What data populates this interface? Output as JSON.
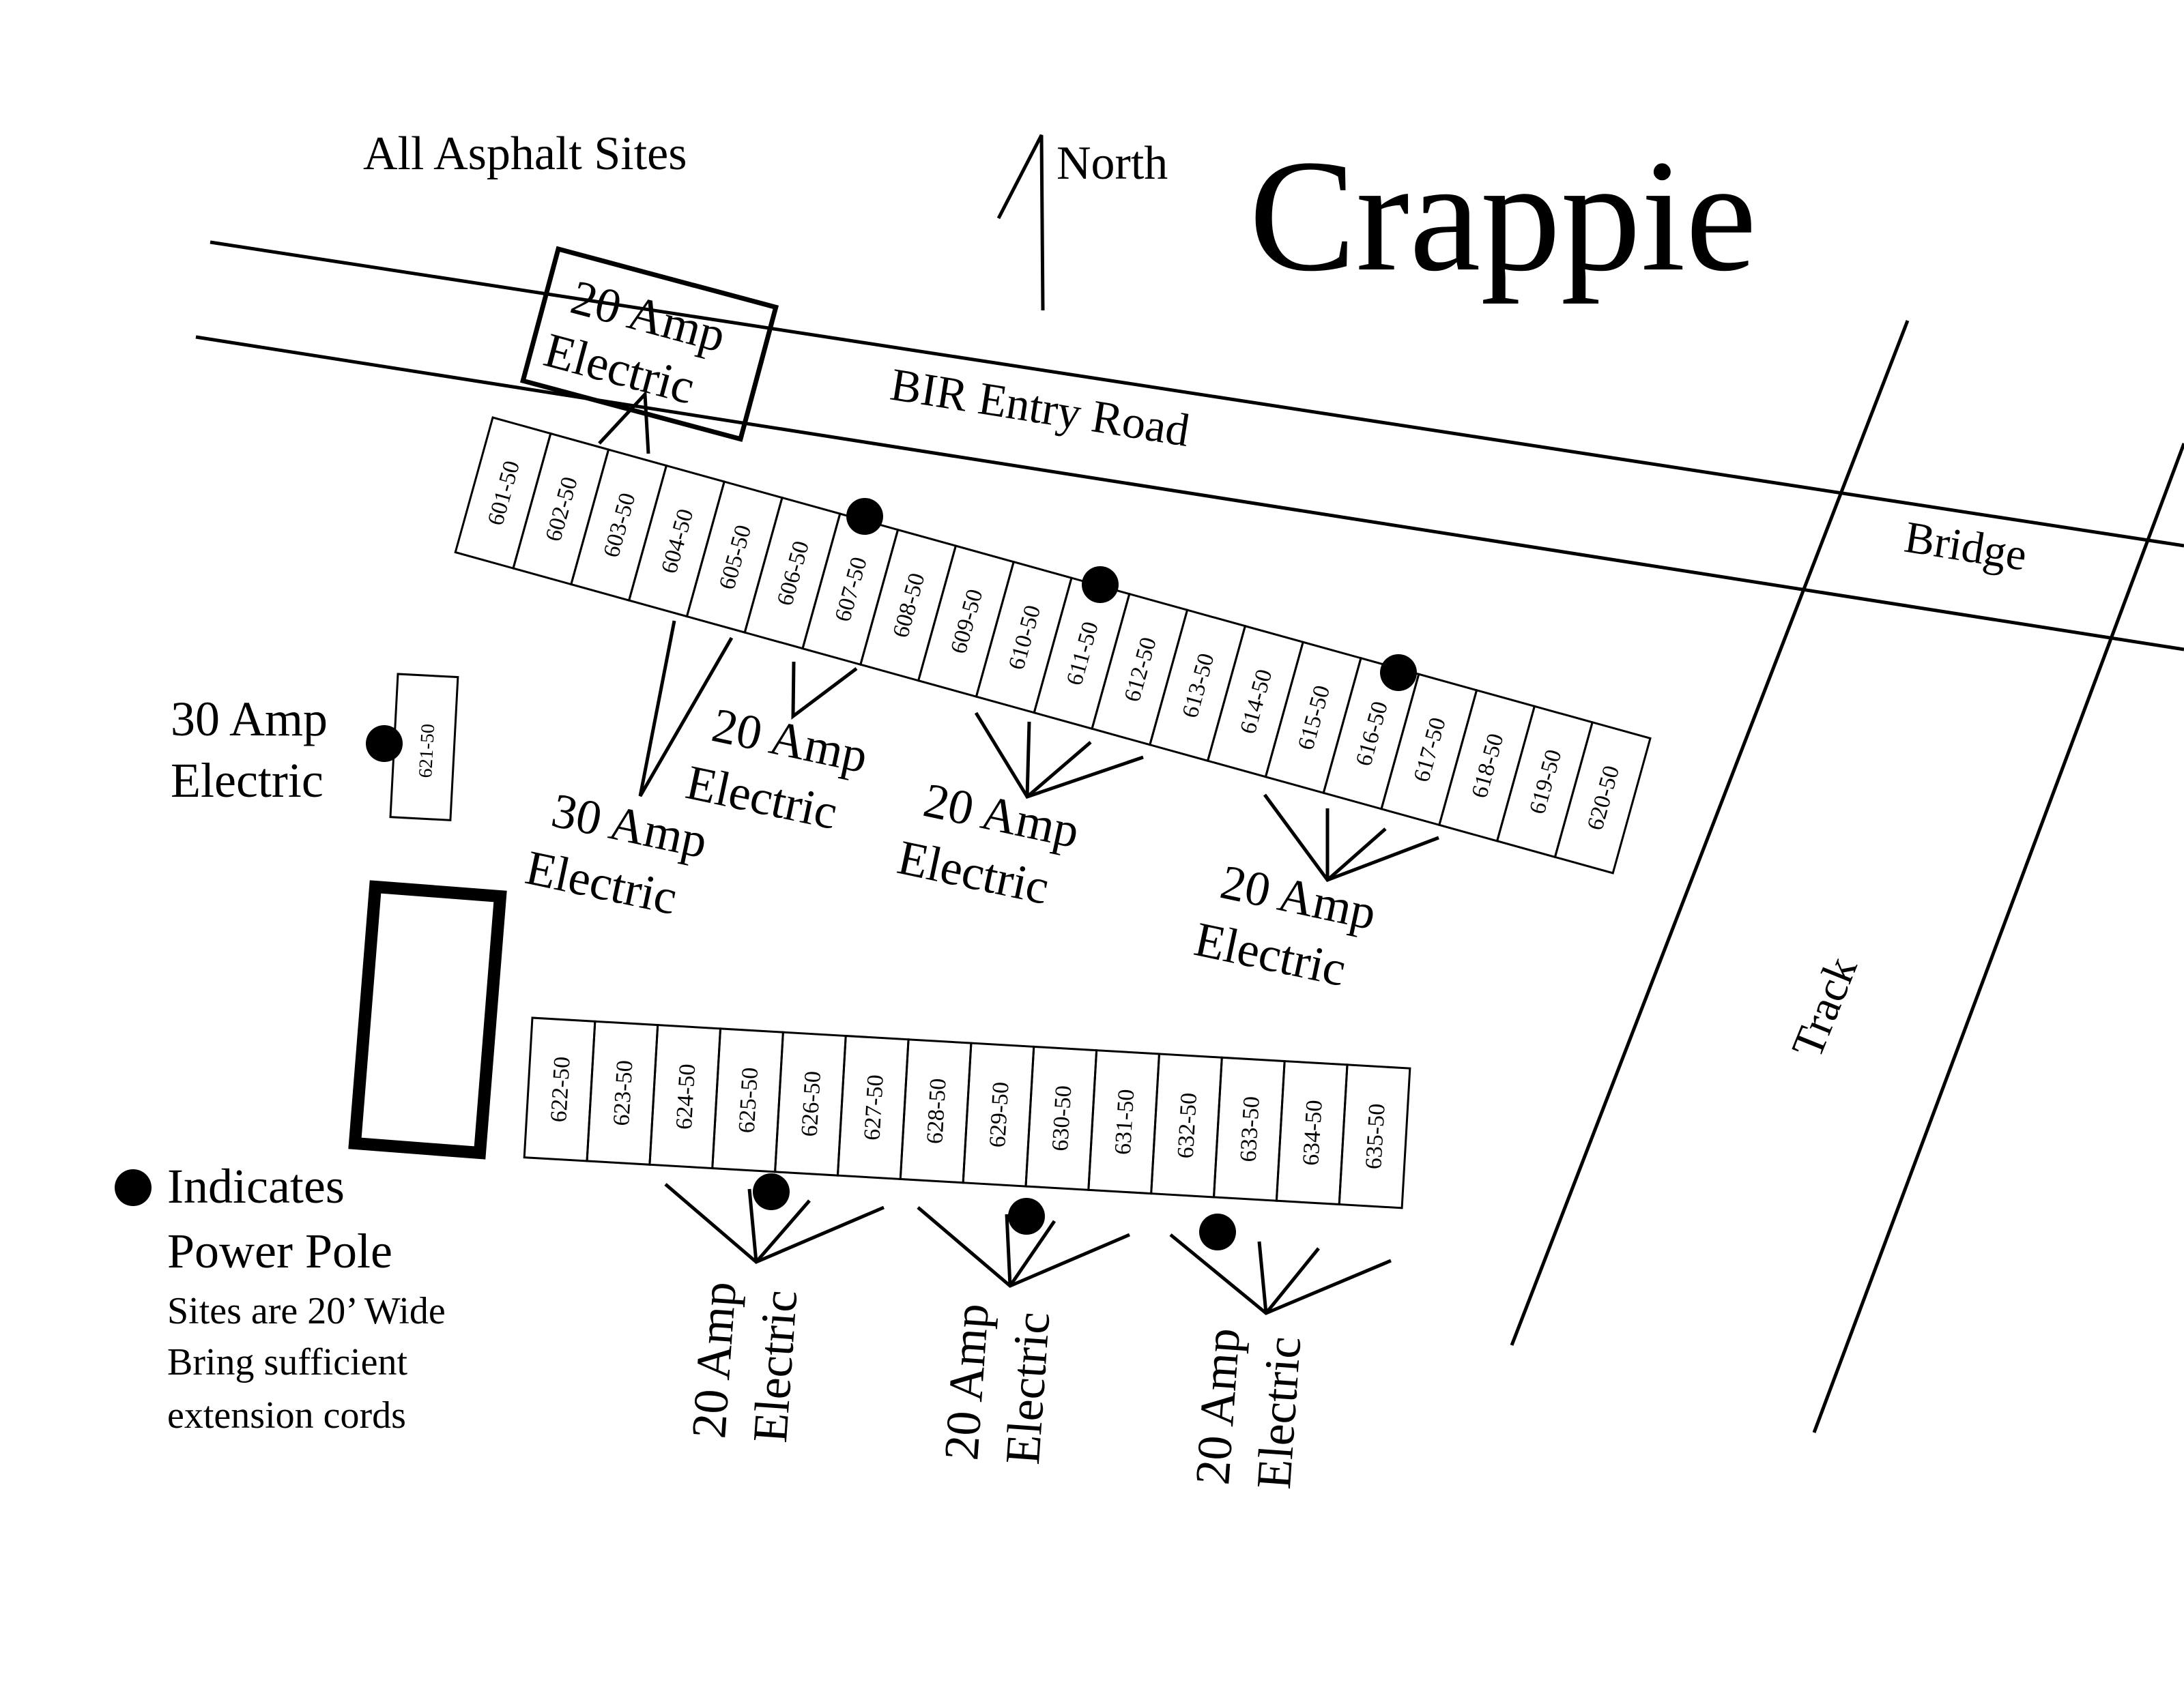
{
  "title": "Crappie",
  "subtitle": "All Asphalt Sites",
  "north_label": "North",
  "roads": {
    "entry_road": "BIR Entry Road",
    "bridge": "Bridge",
    "track": "Track"
  },
  "top_electric_box": [
    "20 Amp",
    "Electric"
  ],
  "top_row_sites": [
    "601-50",
    "602-50",
    "603-50",
    "604-50",
    "605-50",
    "606-50",
    "607-50",
    "608-50",
    "609-50",
    "610-50",
    "611-50",
    "612-50",
    "613-50",
    "614-50",
    "615-50",
    "616-50",
    "617-50",
    "618-50",
    "619-50",
    "620-50"
  ],
  "single_site": "621-50",
  "bottom_row_sites": [
    "622-50",
    "623-50",
    "624-50",
    "625-50",
    "626-50",
    "627-50",
    "628-50",
    "629-50",
    "630-50",
    "631-50",
    "632-50",
    "633-50",
    "634-50",
    "635-50"
  ],
  "electric_labels": {
    "left_30": [
      "30 Amp",
      "Electric"
    ],
    "row_30": [
      "30 Amp",
      "Electric"
    ],
    "row_20_a": [
      "20 Amp",
      "Electric"
    ],
    "row_20_b": [
      "20 Amp",
      "Electric"
    ],
    "row_20_c": [
      "20 Amp",
      "Electric"
    ],
    "bottom_20_a": [
      "20 Amp",
      "Electric"
    ],
    "bottom_20_b": [
      "20 Amp",
      "Electric"
    ],
    "bottom_20_c": [
      "20 Amp",
      "Electric"
    ]
  },
  "legend": {
    "symbol": "power-pole-dot-icon",
    "line1": "Indicates",
    "line2": "Power Pole",
    "note1": "Sites are 20’ Wide",
    "note2": "Bring sufficient",
    "note3": "extension cords"
  }
}
